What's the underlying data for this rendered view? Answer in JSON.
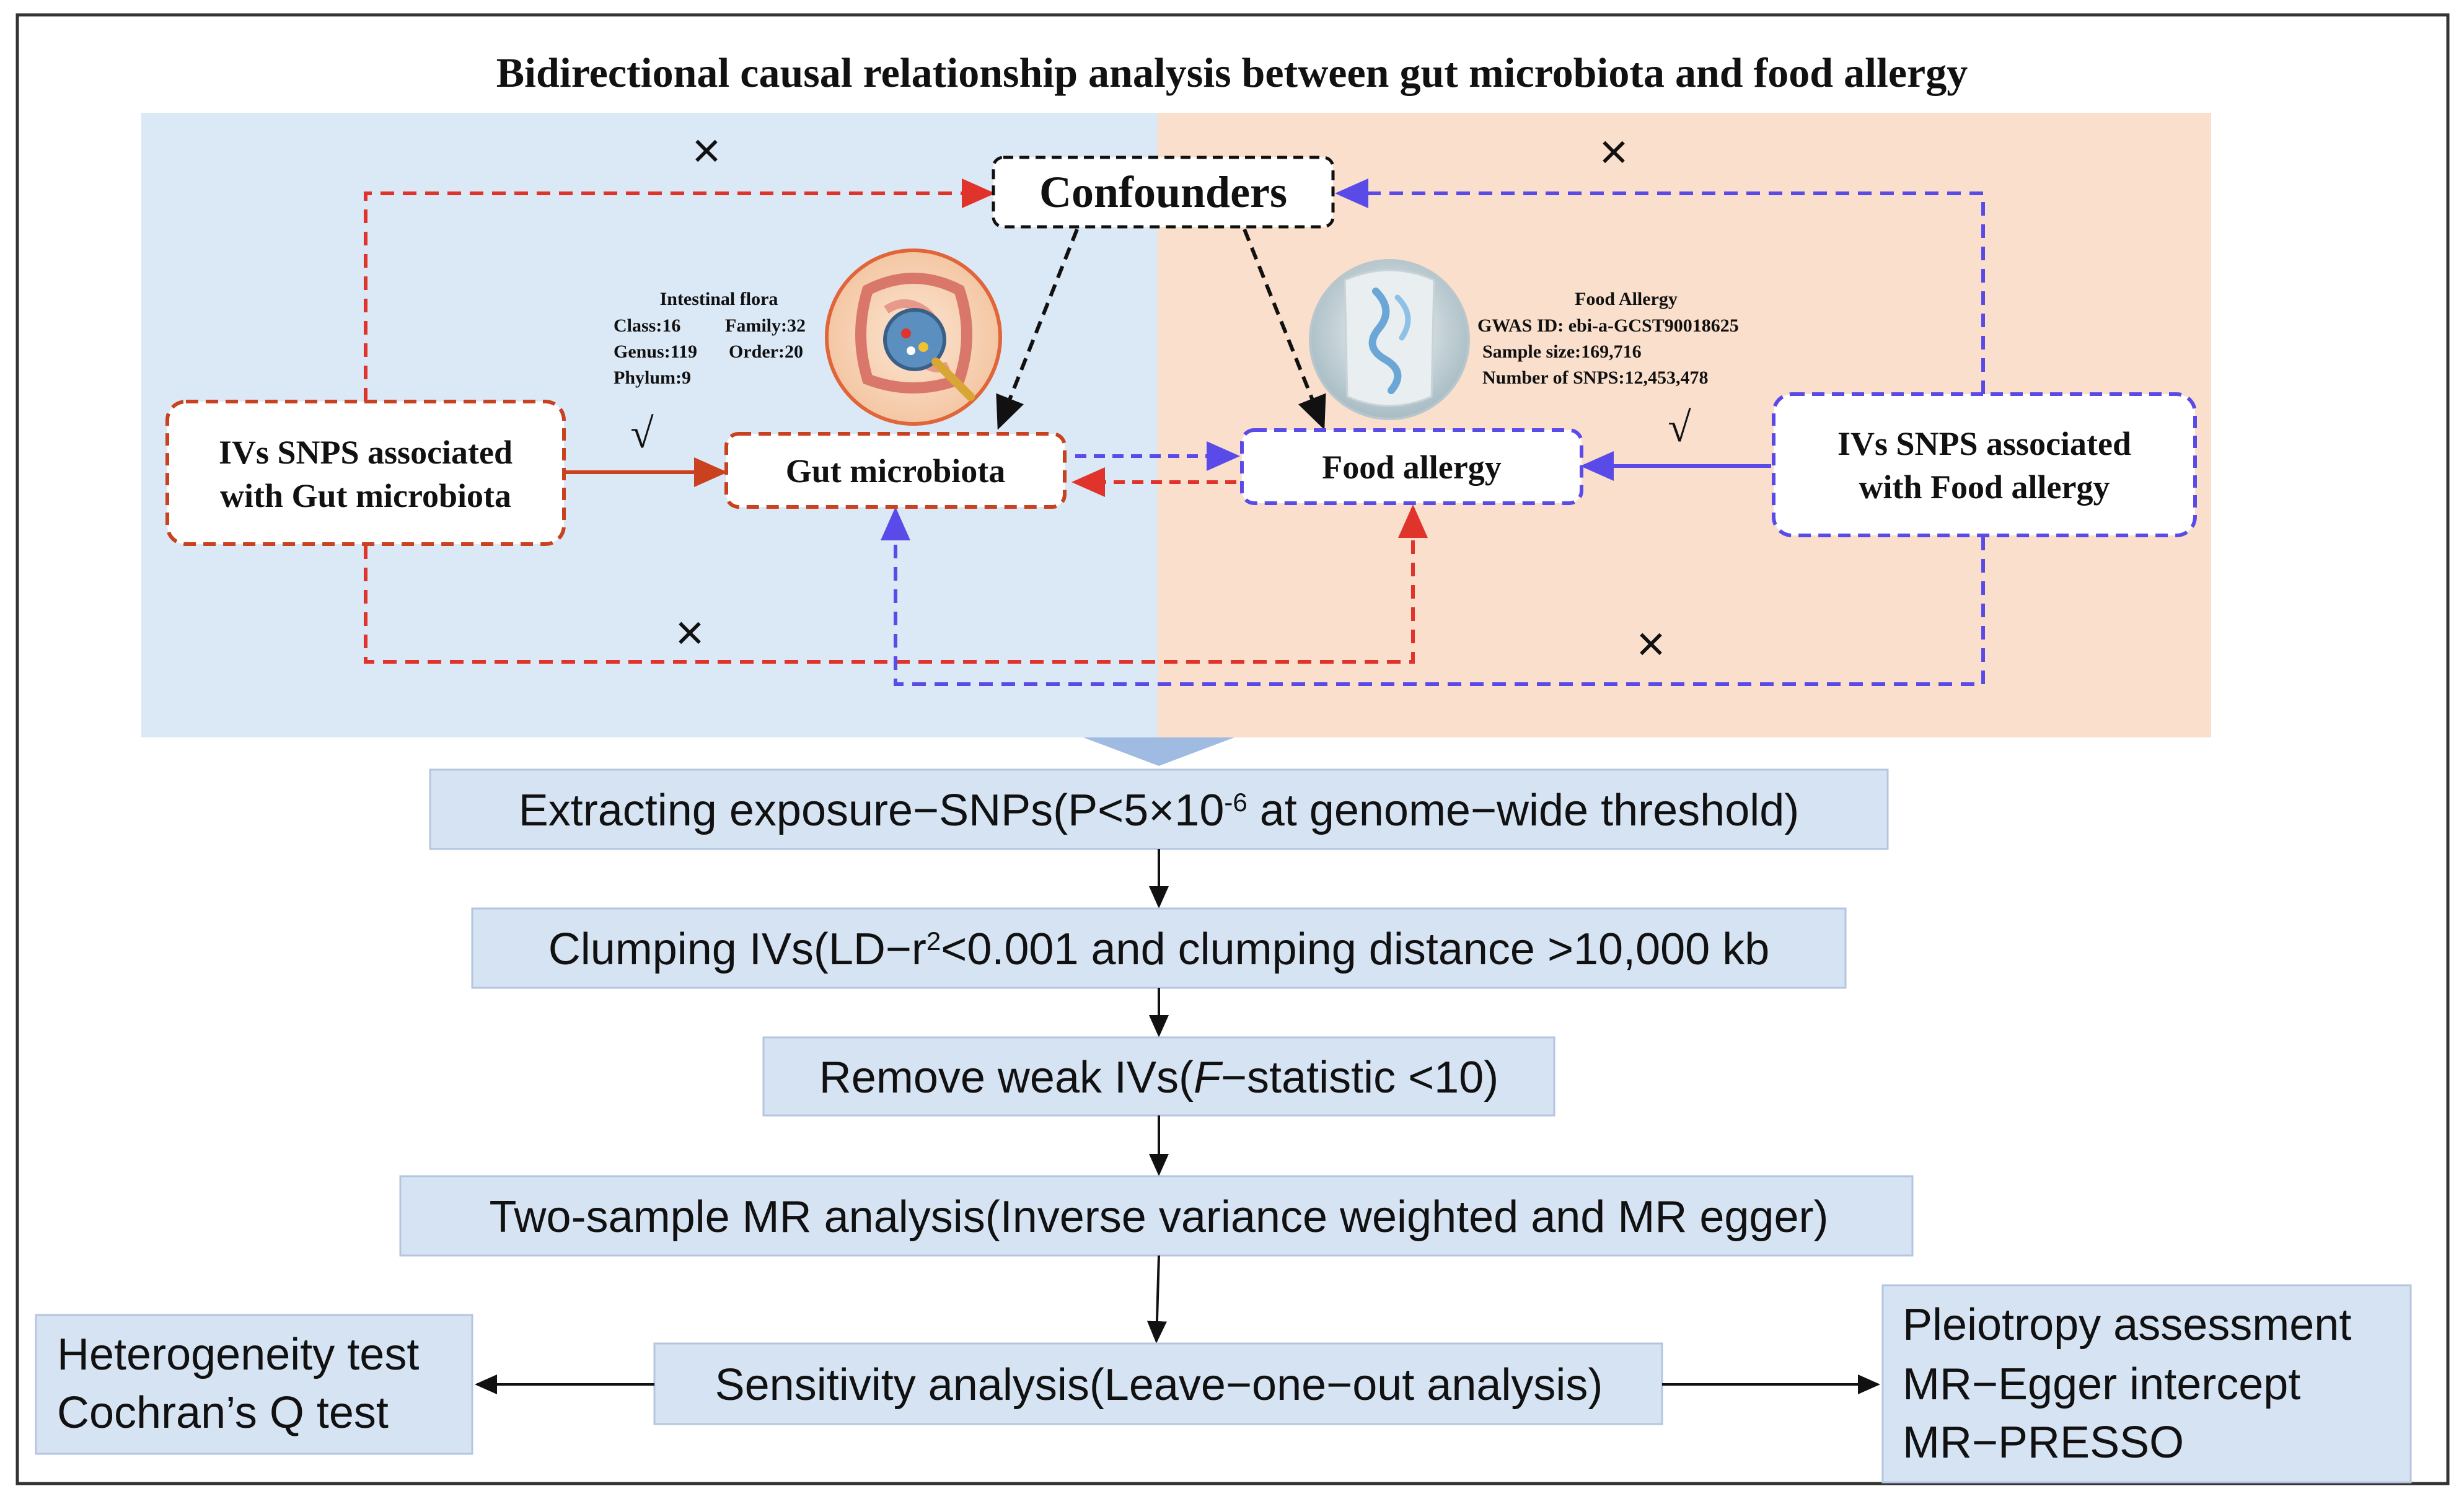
{
  "title": "Bidirectional causal relationship analysis between gut microbiota and food allergy",
  "colors": {
    "left_panel": "#dbe8f6",
    "right_panel": "#f9dfcc",
    "step_box": "#d6e3f3",
    "red_arrow": "#e0332b",
    "orange_arrow": "#c9411e",
    "blue_arrow": "#5a4be8",
    "dark": "#111111"
  },
  "nodes": {
    "confounders": "Confounders",
    "ivs_gut": [
      "IVs SNPS associated",
      "with Gut microbiota"
    ],
    "gut_microbiota": "Gut microbiota",
    "food_allergy": "Food allergy",
    "ivs_food": [
      "IVs SNPS associated",
      "with Food allergy"
    ]
  },
  "marks": {
    "cross": "×",
    "check": "√"
  },
  "flora_info": {
    "title": "Intestinal flora",
    "class": "Class:16",
    "family": "Family:32",
    "genus": "Genus:119",
    "order": "Order:20",
    "phylum": "Phylum:9"
  },
  "allergy_info": {
    "title": "Food Allergy",
    "gwas": "GWAS ID: ebi-a-GCST90018625",
    "sample": "Sample size:169,716",
    "snps": "Number of SNPS:12,453,478"
  },
  "steps": {
    "extract_pre": "Extracting exposure−SNPs(P<5×10",
    "extract_sup": "-6",
    "extract_post": " at genome−wide threshold)",
    "clump_pre": "Clumping IVs(LD−r",
    "clump_sup": "2",
    "clump_post": "<0.001 and clumping distance >10,000 kb",
    "weak_pre": "Remove weak IVs(",
    "weak_italic": "F",
    "weak_post": "−statistic <10)",
    "mr": "Two-sample MR analysis(Inverse variance weighted and MR egger)",
    "sensitivity": "Sensitivity analysis(Leave−one−out analysis)",
    "heterogeneity": [
      "Heterogeneity test",
      "Cochran’s Q test"
    ],
    "pleiotropy": [
      "Pleiotropy assessment",
      "MR−Egger intercept",
      "MR−PRESSO"
    ]
  }
}
